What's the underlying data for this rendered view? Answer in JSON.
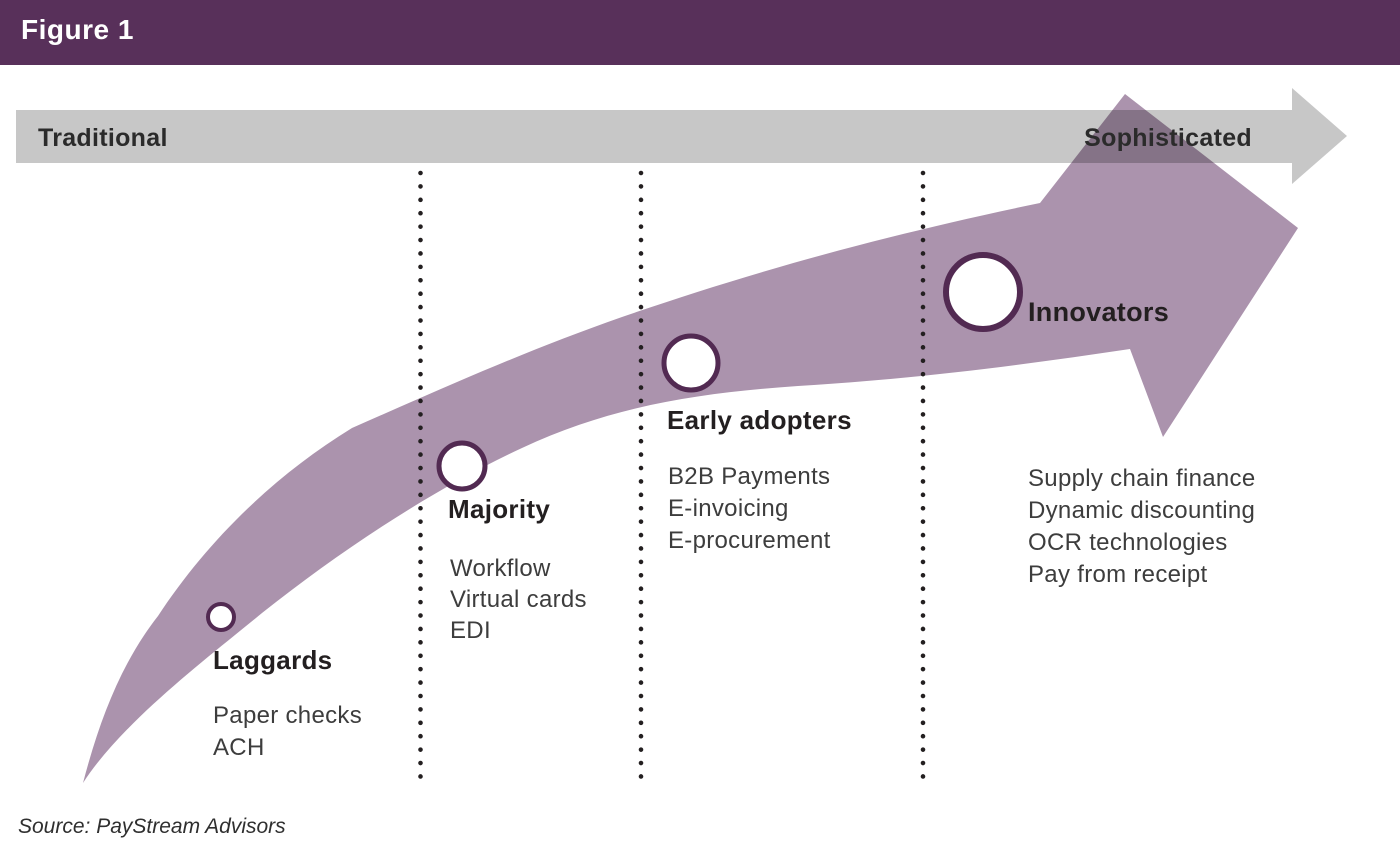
{
  "figure": {
    "label": "Figure 1"
  },
  "axis": {
    "left": "Traditional",
    "right": "Sophisticated"
  },
  "stages": [
    {
      "name": "Laggards",
      "items": [
        "Paper checks",
        "ACH"
      ]
    },
    {
      "name": "Majority",
      "items": [
        "Workflow",
        "Virtual cards",
        "EDI"
      ]
    },
    {
      "name": "Early adopters",
      "items": [
        "B2B Payments",
        "E-invoicing",
        "E-procurement"
      ]
    },
    {
      "name": "Innovators",
      "items": [
        "Supply chain finance",
        "Dynamic discounting",
        "OCR technologies",
        "Pay from receipt"
      ]
    }
  ],
  "source": "Source: PayStream Advisors",
  "colors": {
    "header_purple": "#58305a",
    "swoosh_purple": "#ab93ad",
    "axis_gray": "#c7c7c7",
    "circle_border": "#522a52",
    "dot_black": "#231f20"
  }
}
